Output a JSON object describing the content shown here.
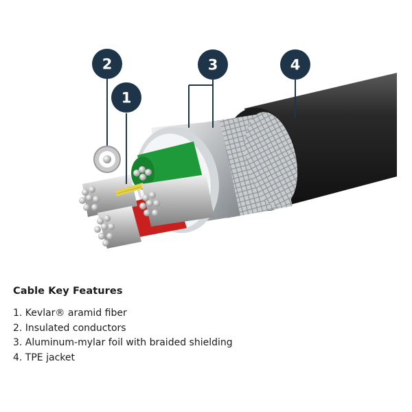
{
  "diagram": {
    "callouts": [
      {
        "id": "2",
        "label": "2"
      },
      {
        "id": "1",
        "label": "1"
      },
      {
        "id": "3",
        "label": "3"
      },
      {
        "id": "4",
        "label": "4"
      }
    ]
  },
  "features": {
    "title": "Cable Key Features",
    "items": [
      "1. Kevlar® aramid fiber",
      "2. Insulated conductors",
      "3. Aluminum-mylar foil with braided shielding",
      "4. TPE jacket"
    ]
  },
  "colors": {
    "callout_fill": "#1e3549",
    "jacket": "#1f1f1f",
    "green_insulation": "#1e9a3a",
    "red_insulation": "#c8201f",
    "foil": "#b9bcbf",
    "kevlar": "#e4d24a"
  }
}
